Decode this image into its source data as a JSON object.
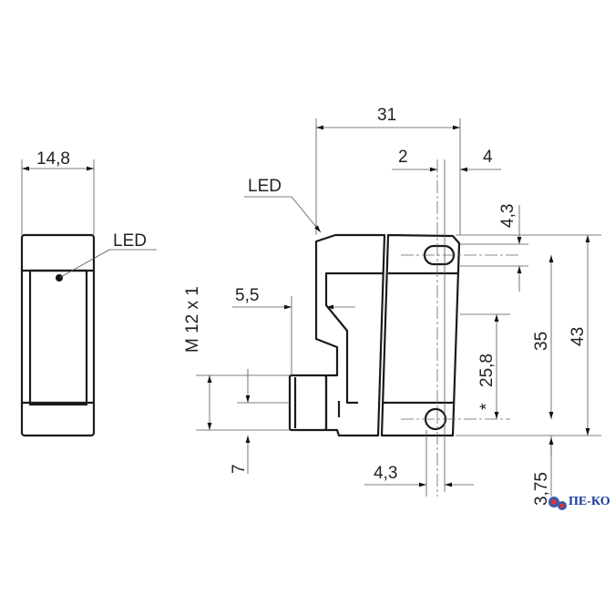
{
  "labels": {
    "led_side": "LED",
    "led_front": "LED",
    "thread": "M 12 x 1"
  },
  "dimensions": {
    "width_side": "14,8",
    "length": "31",
    "d2": "2",
    "d4": "4",
    "d43_small": "4,3",
    "d5_5": "5,5",
    "d25_8": "25,8",
    "star": "*",
    "d35": "35",
    "d43": "43",
    "d7": "7",
    "d4_3_bottom": "4,3",
    "d3_75": "3,75"
  },
  "logo": {
    "text": "ПЕ-КО",
    "icon": "gear-icon",
    "color": "#1a3a9a"
  }
}
